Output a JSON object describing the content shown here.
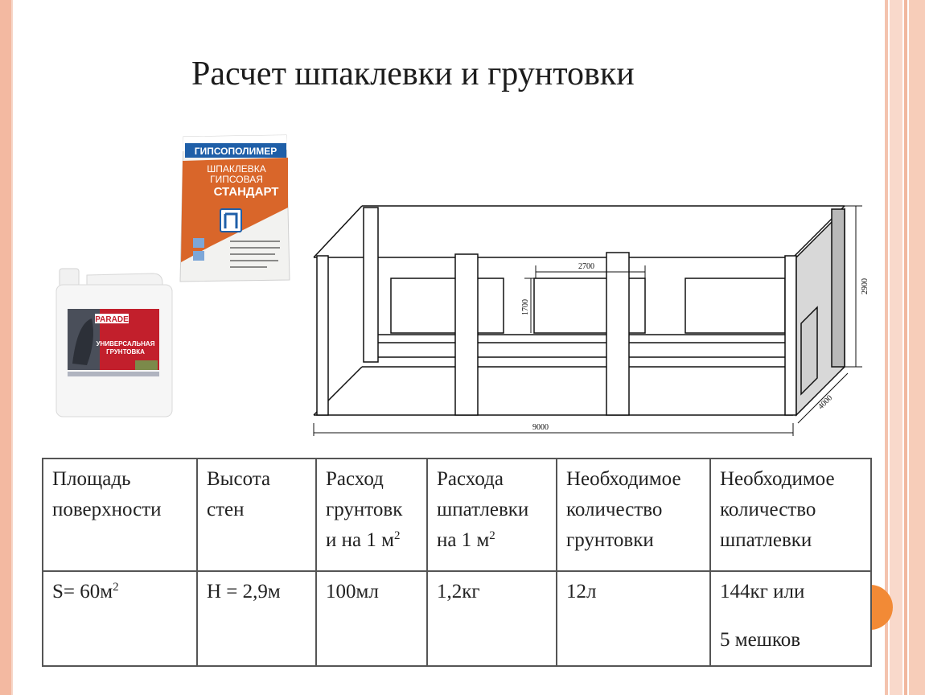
{
  "slide": {
    "title": "Расчет шпаклевки и грунтовки"
  },
  "products": {
    "putty_bag": {
      "brand": "ГИПСОПОЛИМЕР",
      "line1": "ШПАКЛЕВКА",
      "line2": "ГИПСОВАЯ",
      "line3": "СТАНДАРТ"
    },
    "primer_canister": {
      "brand": "PARADE",
      "line1": "УНИВЕРСАЛЬНАЯ",
      "line2": "ГРУНТОВКА"
    }
  },
  "drawing": {
    "dim_opening_width": "2700",
    "dim_opening_height": "1700",
    "dim_wall_height": "2900",
    "dim_length": "9000",
    "dim_width": "4000"
  },
  "table": {
    "headers": [
      "Площадь\nповерхности",
      "Высота\nстен",
      "Расход\nгрунтовк\nи на 1 м",
      " Расхода\nшпатлевки\nна 1 м",
      "Необходимое\nколичество\nгрунтовки",
      "Необходимое\nколичество\nшпатлевки"
    ],
    "header_sup": "2",
    "row": {
      "area": "S= 60м",
      "area_sup": "2",
      "height": "H = 2,9м",
      "primer_rate": "100мл",
      "putty_rate": "1,2кг",
      "primer_total": "12л",
      "putty_total_line1": "144кг или",
      "putty_total_line2": "5 мешков"
    }
  },
  "colors": {
    "frame": "#f3b9a1",
    "accent": "#f28a36",
    "bag_orange": "#d9662a",
    "bag_blue": "#1f5fa8",
    "canister_red": "#c21f2c"
  }
}
